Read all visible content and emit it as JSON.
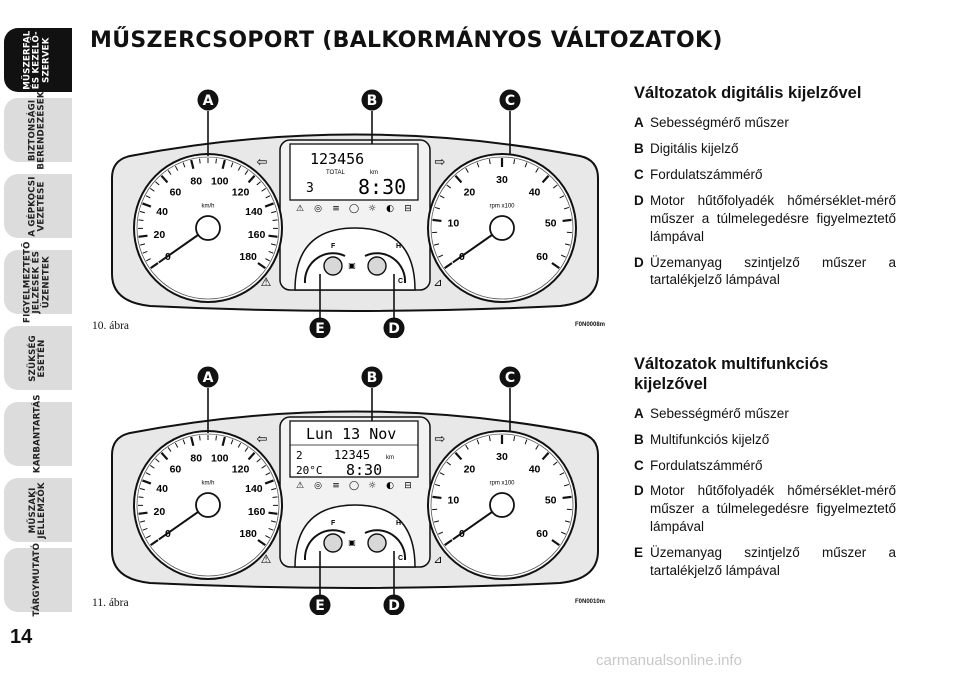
{
  "page_number": "14",
  "title": "MŰSZERCSOPORT (BALKORMÁNYOS VÁLTOZATOK)",
  "sidebar": [
    {
      "label": "MŰSZERFAL\nÉS KEZELŐ-\nSZERVEK",
      "active": true
    },
    {
      "label": "BIZTONSÁGI\nBERENDEZÉSEK",
      "active": false
    },
    {
      "label": "A GÉPKOCSI\nVEZETÉSE",
      "active": false
    },
    {
      "label": "FIGYELMEZTETŐ\nJELZÉSEK ÉS\nÜZENETEK",
      "active": false
    },
    {
      "label": "SZÜKSÉG\nESETÉN",
      "active": false
    },
    {
      "label": "KARBANTARTÁS",
      "active": false
    },
    {
      "label": "MŰSZAKI\nJELLEMZŐK",
      "active": false
    },
    {
      "label": "TÁRGYMUTATÓ",
      "active": false
    }
  ],
  "figures": [
    {
      "caption": "10. ábra",
      "code": "F0N0008m",
      "callouts": {
        "a": "A",
        "b": "B",
        "c": "C",
        "e": "E",
        "d": "D"
      },
      "speedo": {
        "ticks": [
          "0",
          "20",
          "40",
          "60",
          "80",
          "100",
          "120",
          "140",
          "160",
          "180"
        ],
        "unit": "km/h"
      },
      "tacho": {
        "ticks": [
          "0",
          "10",
          "20",
          "30",
          "40",
          "50",
          "60"
        ],
        "unit": "rpm x100"
      },
      "display": {
        "line1": "123456",
        "sub": "TOTAL",
        "sub_unit": "km",
        "left": "3",
        "clock": "8:30"
      },
      "coolant": {
        "c": "C",
        "h": "H"
      },
      "fuel": {
        "f": "F"
      }
    },
    {
      "caption": "11. ábra",
      "code": "F0N0010m",
      "callouts": {
        "a": "A",
        "b": "B",
        "c": "C",
        "e": "E",
        "d": "D"
      },
      "speedo": {
        "ticks": [
          "0",
          "20",
          "40",
          "60",
          "80",
          "100",
          "120",
          "140",
          "160",
          "180"
        ],
        "unit": "km/h"
      },
      "tacho": {
        "ticks": [
          "0",
          "10",
          "20",
          "30",
          "40",
          "50",
          "60"
        ],
        "unit": "rpm x100"
      },
      "display": {
        "line1": "Lun 13 Nov",
        "gear": "2",
        "odo": "12345",
        "odo_unit": "km",
        "temp": "20°C",
        "clock": "8:30"
      },
      "coolant": {
        "c": "C",
        "h": "H"
      },
      "fuel": {
        "f": "F"
      }
    }
  ],
  "sections": [
    {
      "heading": "Változatok digitális kijelzővel",
      "items": [
        {
          "key": "A",
          "text": "Sebességmérő műszer"
        },
        {
          "key": "B",
          "text": "Digitális kijelző"
        },
        {
          "key": "C",
          "text": "Fordulatszámmérő"
        },
        {
          "key": "D",
          "text": "Motor hűtőfolyadék hőmérséklet-mérő műszer a túlmelegedésre figyelmeztető lámpával"
        },
        {
          "key": "D",
          "text": "Üzemanyag szintjelző műszer a tartalékjelző lámpával"
        }
      ]
    },
    {
      "heading": "Változatok multifunkciós kijelzővel",
      "items": [
        {
          "key": "A",
          "text": "Sebességmérő műszer"
        },
        {
          "key": "B",
          "text": "Multifunkciós kijelző"
        },
        {
          "key": "C",
          "text": "Fordulatszámmérő"
        },
        {
          "key": "D",
          "text": "Motor hűtőfolyadék hőmérséklet-mérő műszer a túlmelegedésre figyelmeztető lámpával"
        },
        {
          "key": "E",
          "text": "Üzemanyag szintjelző műszer a tartalékjelző lámpával"
        }
      ]
    }
  ],
  "watermark": "carmanualsonline.info"
}
